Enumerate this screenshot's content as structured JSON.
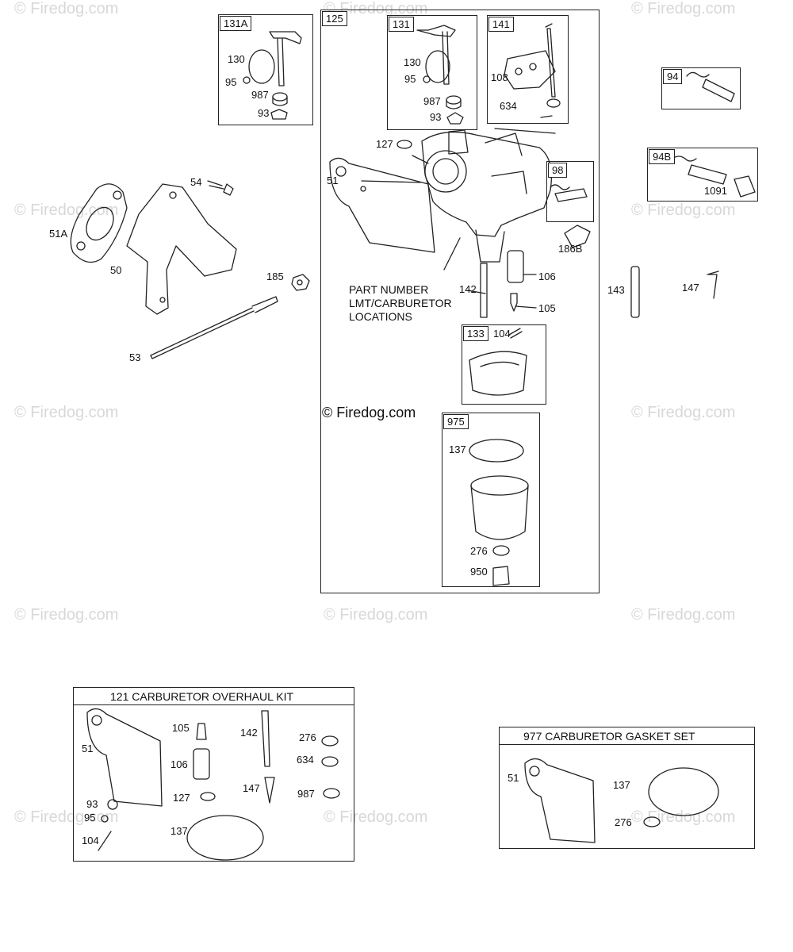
{
  "watermark": "© Firedog.com",
  "copyright": "© Firedog.com",
  "note": [
    "PART NUMBER",
    "LMT/CARBURETOR",
    "LOCATIONS"
  ],
  "boxes": {
    "b131A": "131A",
    "b125": "125",
    "b131": "131",
    "b141": "141",
    "b94": "94",
    "b94B": "94B",
    "b98": "98",
    "b133": "133",
    "b975": "975"
  },
  "labels": {
    "l130a": "130",
    "l95a": "95",
    "l987a": "987",
    "l93a": "93",
    "l54": "54",
    "l51A": "51A",
    "l50": "50",
    "l185": "185",
    "l53": "53",
    "l130b": "130",
    "l95b": "95",
    "l987b": "987",
    "l93b": "93",
    "l108": "108",
    "l634": "634",
    "l127": "127",
    "l51": "51",
    "l186B": "186B",
    "l142": "142",
    "l106": "106",
    "l105": "105",
    "l104": "104",
    "l137": "137",
    "l276": "276",
    "l950": "950",
    "l143": "143",
    "l147": "147",
    "l1091": "1091"
  },
  "kit121": {
    "title": "121 CARBURETOR OVERHAUL KIT",
    "labels": [
      "51",
      "105",
      "142",
      "276",
      "634",
      "106",
      "147",
      "987",
      "127",
      "93",
      "95",
      "104",
      "137"
    ]
  },
  "kit977": {
    "title": "977 CARBURETOR GASKET SET",
    "labels": [
      "51",
      "137",
      "276"
    ]
  }
}
